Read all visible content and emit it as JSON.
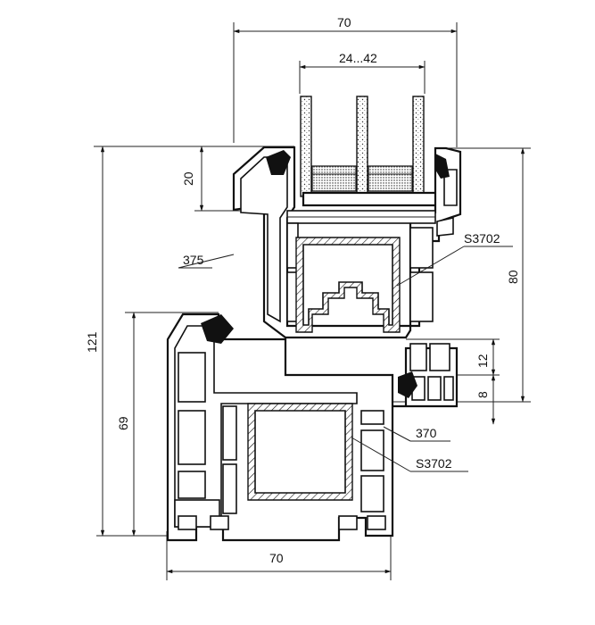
{
  "dimensions": {
    "top_width": "70",
    "glass_range": "24...42",
    "left_height_20": "20",
    "total_height": "121",
    "lower_height": "69",
    "right_height": "80",
    "right_12": "12",
    "right_8": "8",
    "bottom_width": "70"
  },
  "labels": {
    "profile_375": "375",
    "reinforcement_upper": "S3702",
    "profile_370": "370",
    "reinforcement_lower": "S3702"
  },
  "colors": {
    "ink": "#111111",
    "paper": "#ffffff"
  }
}
